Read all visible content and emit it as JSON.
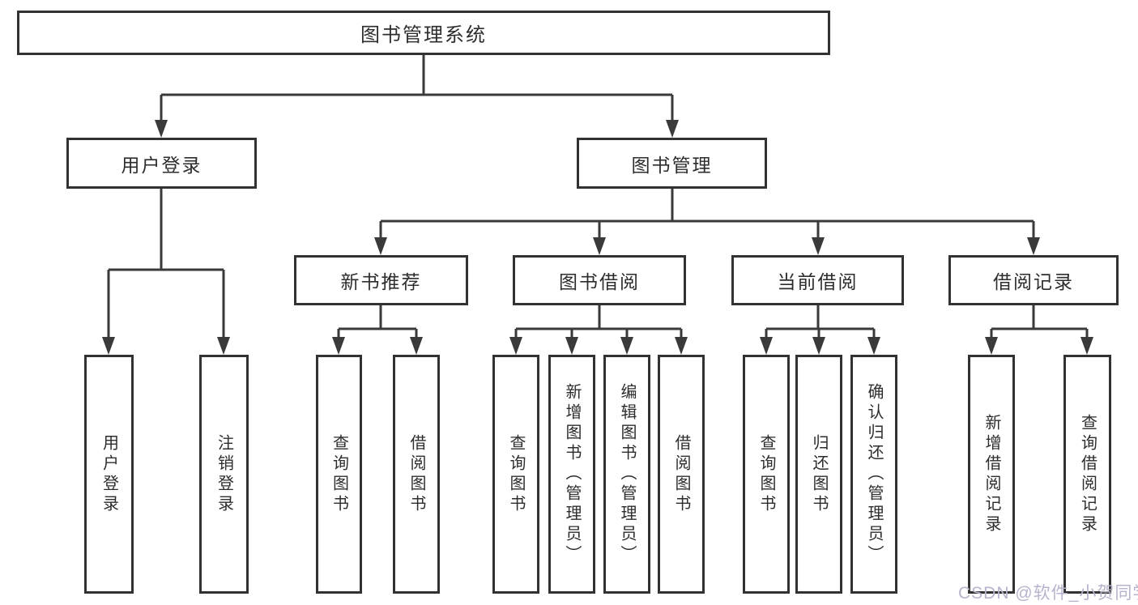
{
  "diagram": {
    "root": {
      "label": "图书管理系统"
    },
    "branches": [
      {
        "label": "用户登录",
        "children": [
          {
            "label": "用户登录"
          },
          {
            "label": "注销登录"
          }
        ]
      },
      {
        "label": "图书管理",
        "children": [
          {
            "label": "新书推荐",
            "children": [
              {
                "label": "查询图书"
              },
              {
                "label": "借阅图书"
              }
            ]
          },
          {
            "label": "图书借阅",
            "children": [
              {
                "label": "查询图书"
              },
              {
                "label": "新增图书（管理员）"
              },
              {
                "label": "编辑图书（管理员）"
              },
              {
                "label": "借阅图书"
              }
            ]
          },
          {
            "label": "当前借阅",
            "children": [
              {
                "label": "查询图书"
              },
              {
                "label": "归还图书"
              },
              {
                "label": "确认归还（管理员）"
              }
            ]
          },
          {
            "label": "借阅记录",
            "children": [
              {
                "label": "新增借阅记录"
              },
              {
                "label": "查询借阅记录"
              }
            ]
          }
        ]
      }
    ]
  },
  "watermark": {
    "text": "CSDN @软件_小贺同学",
    "color": "#b7b3cd"
  },
  "colors": {
    "line": "#3a3a3a",
    "box_border": "#323232",
    "background": "#ffffff",
    "text": "#2d2d2d"
  }
}
